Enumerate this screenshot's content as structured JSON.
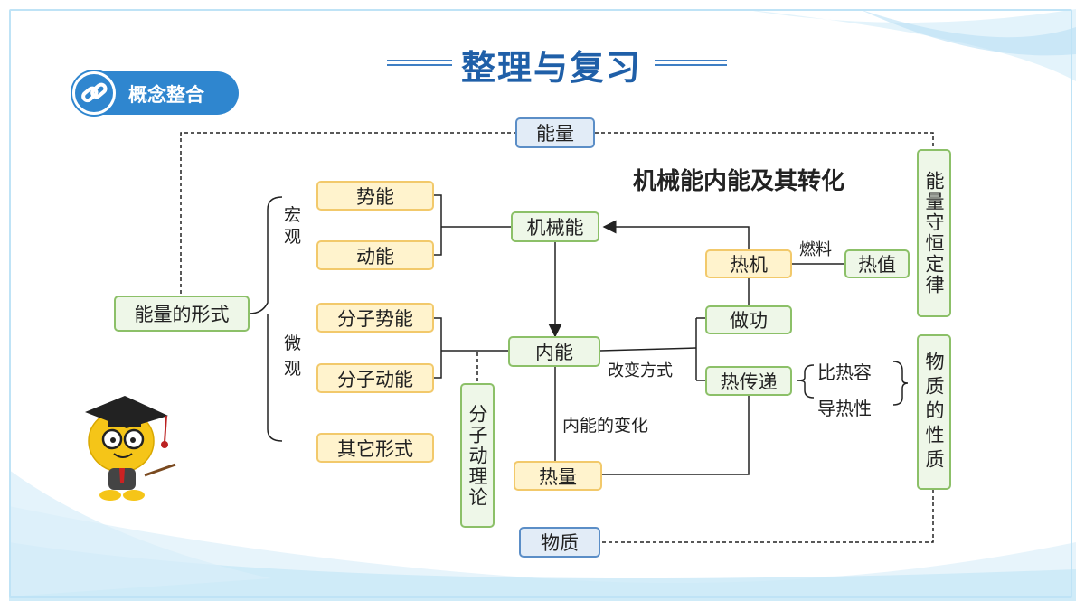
{
  "header": {
    "title": "整理与复习",
    "badge": "概念整合"
  },
  "diagram": {
    "heading": "机械能内能及其转化",
    "nodes": {
      "energy": "能量",
      "forms_of_energy": "能量的形式",
      "potential_energy": "势能",
      "kinetic_energy": "动能",
      "molecular_potential": "分子势能",
      "molecular_kinetic": "分子动能",
      "other_forms": "其它形式",
      "mechanical_energy": "机械能",
      "internal_energy": "内能",
      "heat_quantity": "热量",
      "heat_engine": "热机",
      "heat_value": "热值",
      "doing_work": "做功",
      "heat_transfer": "热传递",
      "matter": "物质",
      "molecular_theory": "分子动理论",
      "conservation_law": "能量守恒定律",
      "matter_properties": "物质的性质"
    },
    "labels": {
      "macro": "宏观",
      "micro": "微观",
      "fuel": "燃料",
      "change_method": "改变方式",
      "internal_change": "内能的变化",
      "specific_heat": "比热容",
      "heat_conductivity": "导热性"
    }
  },
  "colors": {
    "title_blue": "#1f5fa8",
    "badge_blue": "#2f86cf",
    "yellow_fill": "#fff3cd",
    "green_fill": "#eef7e8",
    "blue_fill": "#e2ecf7"
  },
  "icons": {
    "badge_icon": "link-icon",
    "mascot": "graduate-mascot"
  }
}
